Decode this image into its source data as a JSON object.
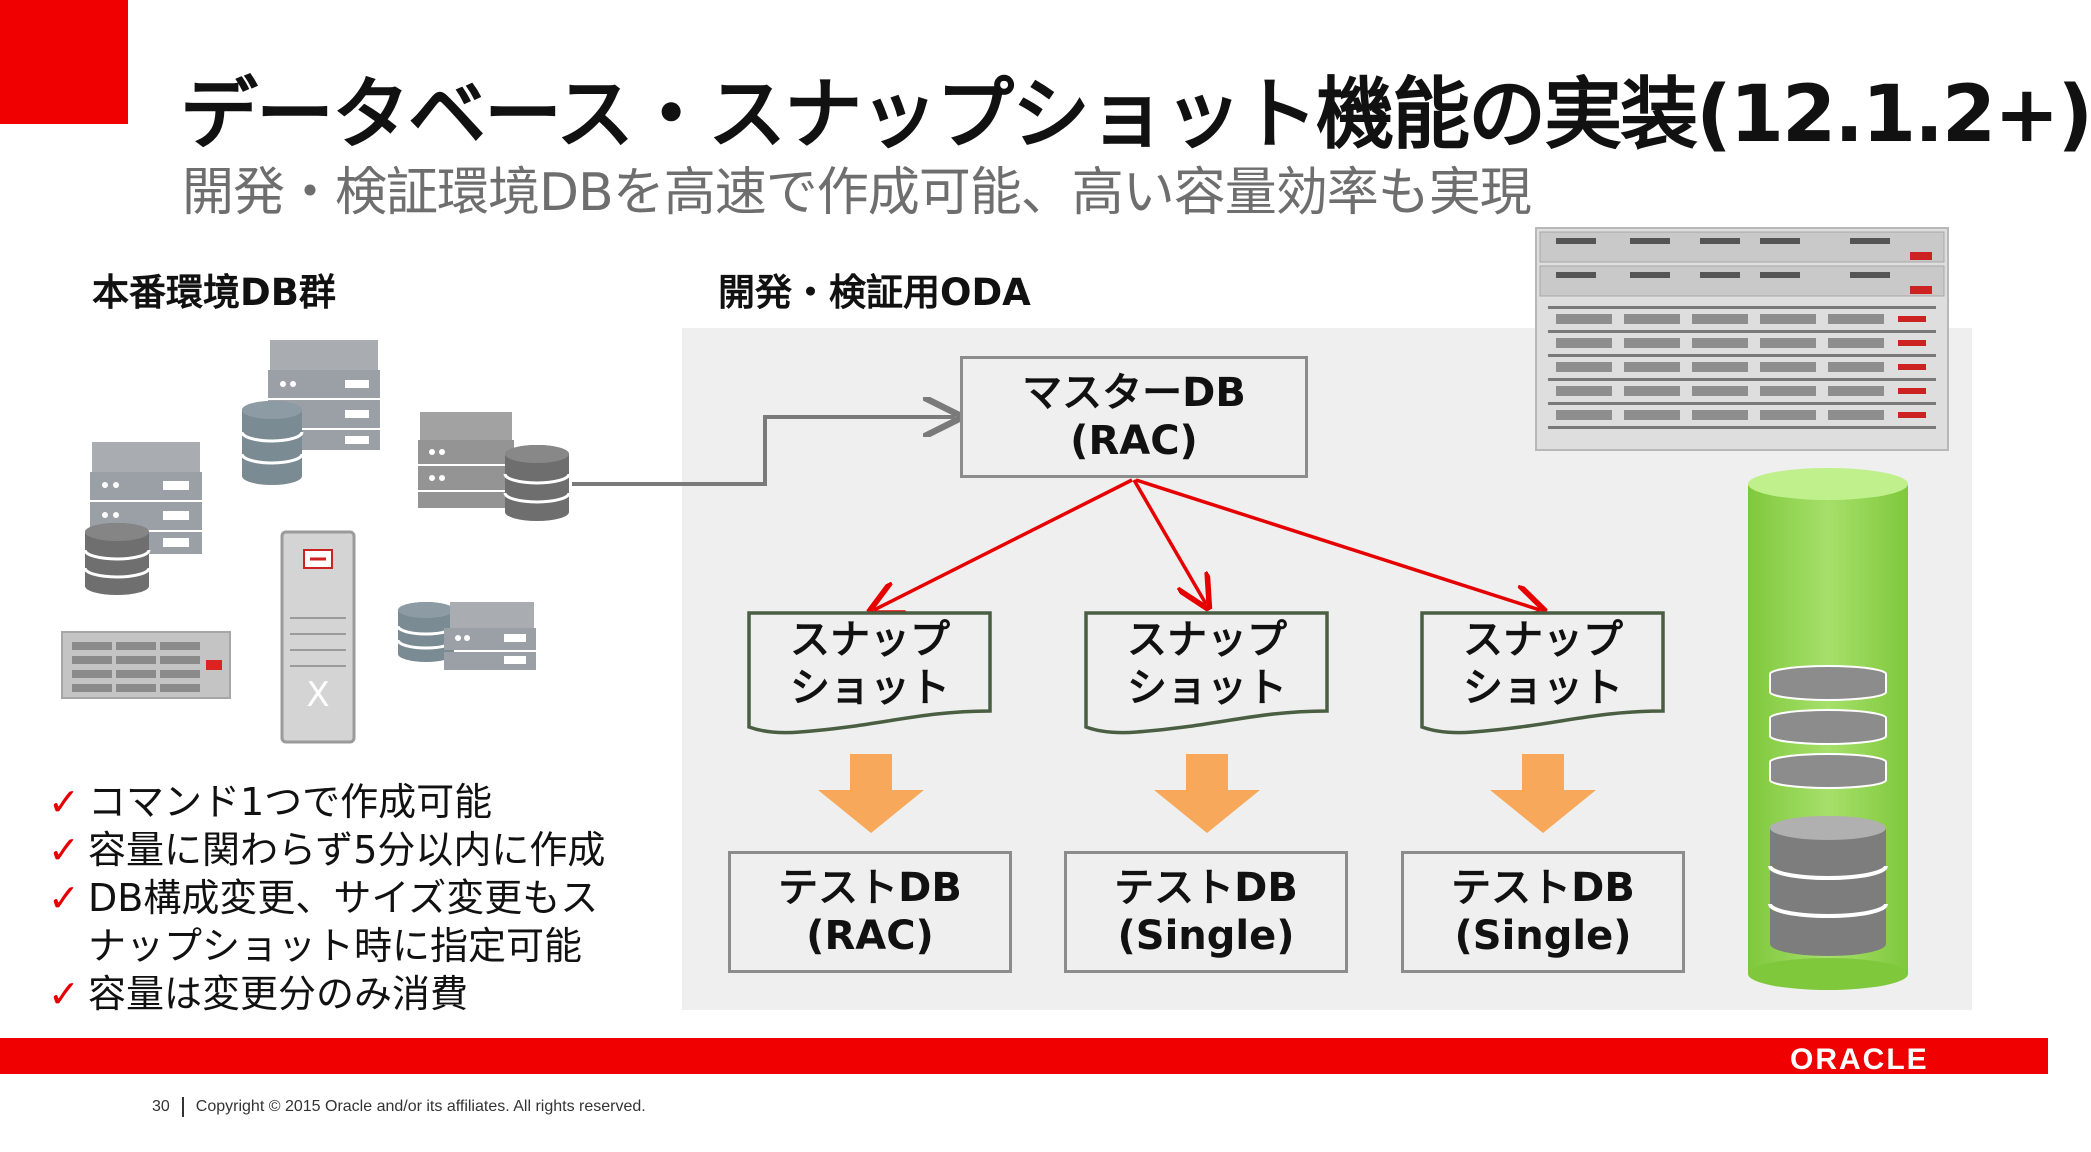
{
  "slide": {
    "title": "データベース・スナップショット機能の実装(12.1.2+)",
    "subtitle": "開発・検証環境DBを高速で作成可能、高い容量効率も実現"
  },
  "sections": {
    "production_label": "本番環境DB群",
    "oda_label": "開発・検証用ODA"
  },
  "diagram": {
    "master_db": {
      "line1": "マスターDB",
      "line2": "(RAC)"
    },
    "snapshots": [
      {
        "line1": "スナップ",
        "line2": "ショット"
      },
      {
        "line1": "スナップ",
        "line2": "ショット"
      },
      {
        "line1": "スナップ",
        "line2": "ショット"
      }
    ],
    "test_dbs": [
      {
        "line1": "テストDB",
        "line2": "(RAC)"
      },
      {
        "line1": "テストDB",
        "line2": "(Single)"
      },
      {
        "line1": "テストDB",
        "line2": "(Single)"
      }
    ],
    "server_x_label": "X"
  },
  "bullets": {
    "check_glyph": "✓",
    "items": [
      "コマンド1つで作成可能",
      "容量に関わらず5分以内に作成",
      "DB構成変更、サイズ変更もス",
      "ナップショット時に指定可能",
      "容量は変更分のみ消費"
    ]
  },
  "footer": {
    "page_number": "30",
    "copyright": "Copyright © 2015 Oracle and/or its affiliates. All rights reserved.",
    "logo_text": "ORACLE"
  },
  "colors": {
    "brand_red": "#f00000",
    "arrow_red": "#e60000",
    "arrow_orange": "#f8a85a",
    "storage_green": "#8fd24a",
    "snapshot_border": "#4a5e42",
    "panel_gray": "#efefef"
  }
}
